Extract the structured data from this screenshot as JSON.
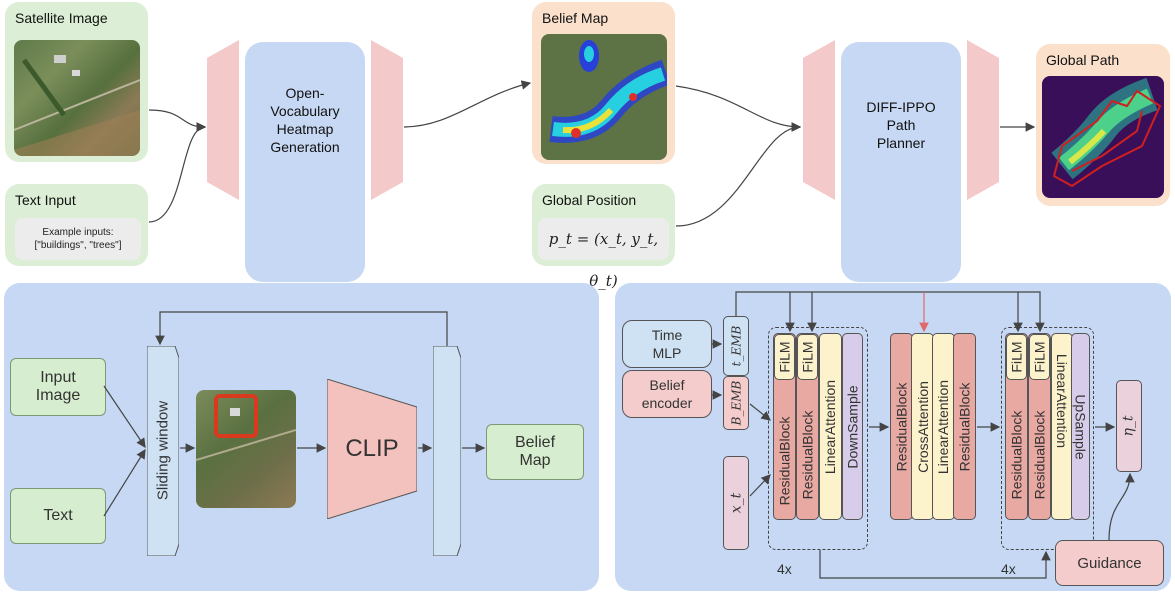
{
  "top": {
    "satellite": {
      "title": "Satellite Image"
    },
    "text_input": {
      "title": "Text Input",
      "example": "Example inputs:\n[\"buildings\", \"trees\"]"
    },
    "heatmap_module": {
      "label": "Open-\nVocabulary\nHeatmap\nGeneration"
    },
    "belief_map": {
      "title": "Belief Map"
    },
    "global_position": {
      "title": "Global Position",
      "formula": "p_t = (x_t, y_t, θ_t)"
    },
    "planner": {
      "label": "DIFF-IPPO\nPath\nPlanner"
    },
    "global_path": {
      "title": "Global Path"
    }
  },
  "left_detail": {
    "input_image": "Input\nImage",
    "text": "Text",
    "sliding_window": "Sliding window",
    "clip": "CLIP",
    "belief_map": "Belief\nMap"
  },
  "right_detail": {
    "time_mlp": "Time\nMLP",
    "belief_encoder": "Belief\nencoder",
    "t_emb": "t_EMB",
    "b_emb": "B_EMB",
    "x_t": "x_t",
    "eta": "η_t",
    "guidance": "Guidance",
    "down_group": [
      "ResidualBlock",
      "ResidualBlock",
      "LinearAttention",
      "DownSample"
    ],
    "film": "FiLM",
    "mid_group": [
      "ResidualBlock",
      "CrossAttention",
      "LinearAttention",
      "ResidualBlock"
    ],
    "up_group": [
      "ResidualBlock",
      "ResidualBlock",
      "LinearAttention",
      "UpSample"
    ],
    "repeat_left": "4x",
    "repeat_right": "4x"
  },
  "colors": {
    "green_panel": "#dcefd6",
    "orange_panel": "#fbe1cc",
    "blue_panel": "#c6d8f3",
    "pink_trap": "#f3c9c9",
    "residual": "#e8a9a3",
    "linear_attention": "#fcf2cc",
    "downsample": "#d7cdea",
    "blue_box": "#cfe2f3",
    "pink_box": "#f4cccc"
  }
}
